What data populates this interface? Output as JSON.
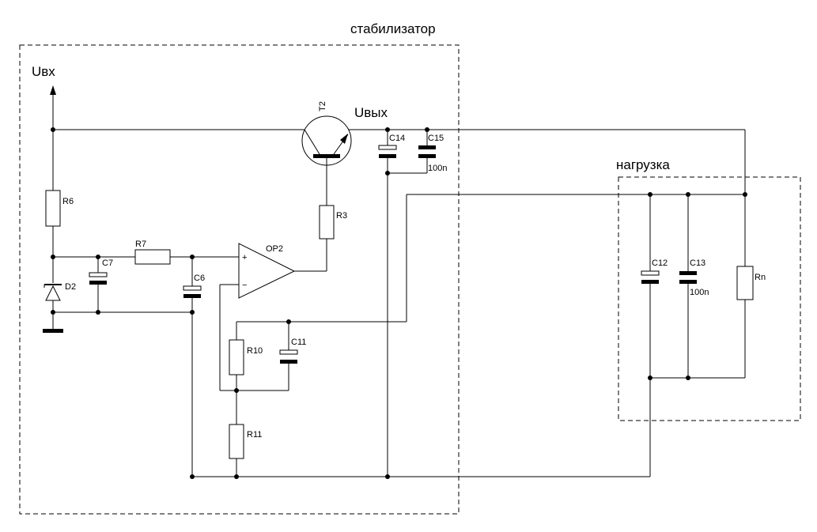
{
  "blocks": {
    "stabilizer": "стабилизатор",
    "load": "нагрузка"
  },
  "nets": {
    "input": "Uвх",
    "output": "Uвых"
  },
  "components": {
    "R6": "R6",
    "R7": "R7",
    "R3": "R3",
    "R10": "R10",
    "R11": "R11",
    "Rn": "Rn",
    "C6": "C6",
    "C7": "C7",
    "C11": "C11",
    "C12": "C12",
    "C13": "C13",
    "C13_value": "100n",
    "C14": "C14",
    "C15": "C15",
    "C15_value": "100n",
    "D2": "D2",
    "T2": "T2",
    "OP2": "OP2",
    "op_plus": "+",
    "op_minus": "−"
  }
}
